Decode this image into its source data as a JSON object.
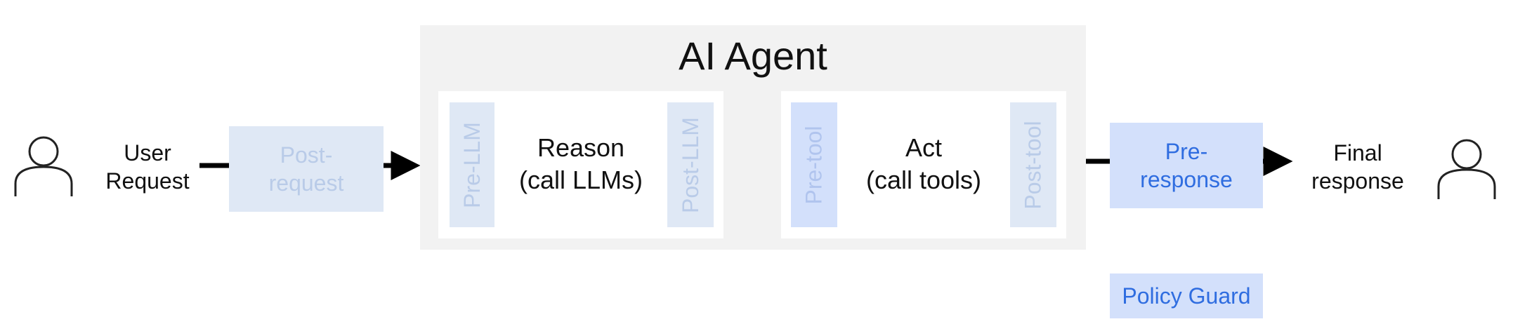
{
  "agent": {
    "title": "AI Agent"
  },
  "user": {
    "label_line1": "User",
    "label_line2": "Request"
  },
  "final": {
    "label_line1": "Final",
    "label_line2": "response"
  },
  "post_request": {
    "line1": "Post-",
    "line2": "request"
  },
  "reason": {
    "line1": "Reason",
    "line2": "(call LLMs)",
    "pre": "Pre-LLM",
    "post": "Post-LLM"
  },
  "act": {
    "line1": "Act",
    "line2": "(call tools)",
    "pre": "Pre-tool",
    "post": "Post-tool"
  },
  "pre_response": {
    "line1": "Pre-",
    "line2": "response"
  },
  "policy_guard": {
    "label": "Policy Guard"
  },
  "colors": {
    "active_text": "#2f6de0",
    "active_fill": "#d3e0fb",
    "faded_fill": "#dfe8f5",
    "agent_fill": "#f2f2f2"
  }
}
